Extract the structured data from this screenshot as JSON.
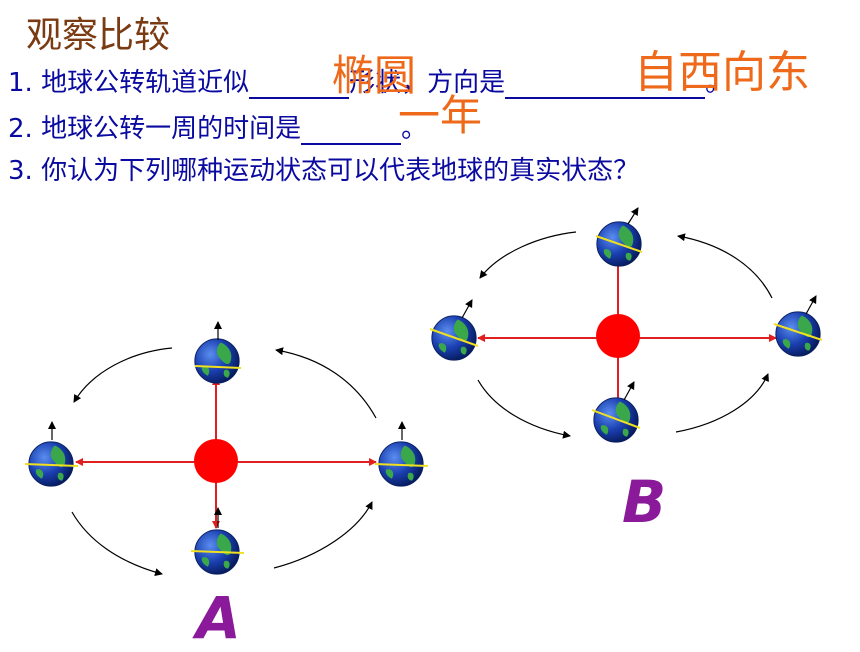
{
  "title": "观察比较",
  "questions": [
    {
      "num": "1.",
      "pre": "地球公转轨道近似",
      "mid": "形状，方向是",
      "end": "。"
    },
    {
      "num": "2.",
      "pre": "地球公转一周的时间是",
      "end": "。"
    },
    {
      "num": "3.",
      "pre": "你认为下列哪种运动状态可以代表地球的真实状态？"
    }
  ],
  "answers": {
    "shape": "椭圆",
    "direction": "自西向东",
    "period": "一年"
  },
  "labels": {
    "a": "A",
    "b": "B"
  },
  "colors": {
    "title": "#7a3a12",
    "question": "#0a0aa0",
    "answer": "#ee6a1a",
    "sun": "#ff0000",
    "arrow": "#e02020",
    "label": "#8a1a9a"
  }
}
